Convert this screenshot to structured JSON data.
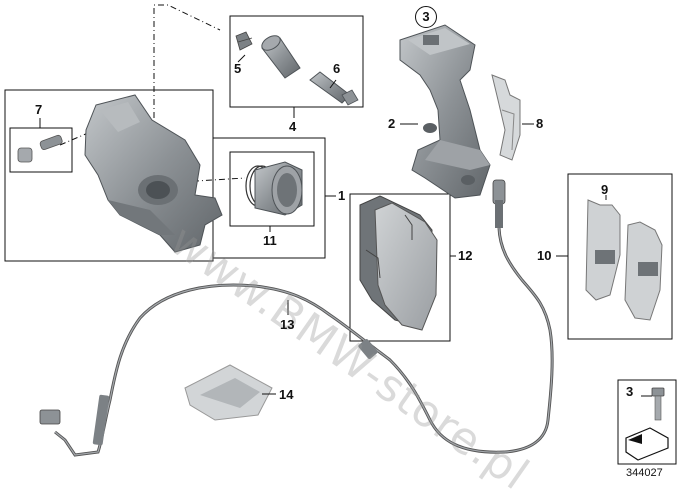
{
  "labels": {
    "l1": "1",
    "l2": "2",
    "l3": "3",
    "l4": "4",
    "l5": "5",
    "l6": "6",
    "l7": "7",
    "l8": "8",
    "l9": "9",
    "l10": "10",
    "l11": "11",
    "l12": "12",
    "l13": "13",
    "l14": "14",
    "l3b": "3"
  },
  "watermark": "www.BMW-store.pl",
  "reference": "344027",
  "colors": {
    "part": "#8a8f93",
    "partLight": "#b9bdc0",
    "partDark": "#5e6367",
    "line": "#111111"
  }
}
